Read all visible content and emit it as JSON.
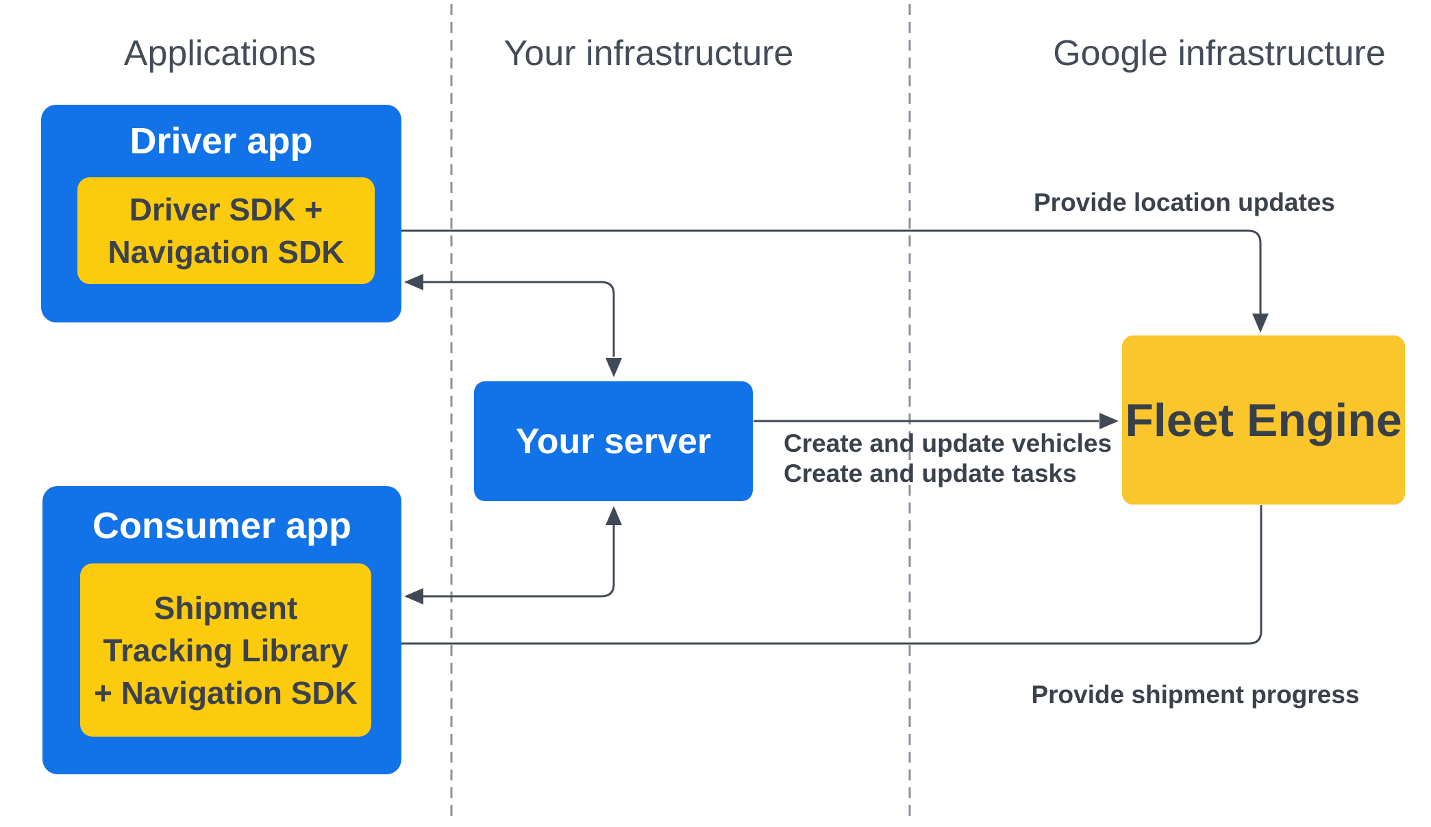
{
  "columns": [
    {
      "label": "Applications"
    },
    {
      "label": "Your infrastructure"
    },
    {
      "label": "Google infrastructure"
    }
  ],
  "nodes": {
    "driver_app": {
      "title": "Driver app",
      "sdk": {
        "line1": "Driver SDK +",
        "line2": "Navigation SDK"
      }
    },
    "consumer_app": {
      "title": "Consumer app",
      "sdk": {
        "line1": "Shipment",
        "line2": "Tracking Library",
        "line3": "+ Navigation SDK"
      }
    },
    "your_server": {
      "title": "Your server"
    },
    "fleet_engine": {
      "title": "Fleet Engine"
    }
  },
  "edges": {
    "location_updates": {
      "label": "Provide location updates"
    },
    "create_update": {
      "line1": "Create and update vehicles",
      "line2": "Create and update tasks"
    },
    "shipment_progress": {
      "label": "Provide shipment progress"
    }
  },
  "colors": {
    "blue": "#1272E8",
    "yellow_sdk": "#FCCB0E",
    "yellow_fleet": "#FBC62B",
    "line": "#414957",
    "text_dark": "#3B424D",
    "header": "#444C59",
    "divider": "#8B9099",
    "background": "#FFFFFF"
  }
}
